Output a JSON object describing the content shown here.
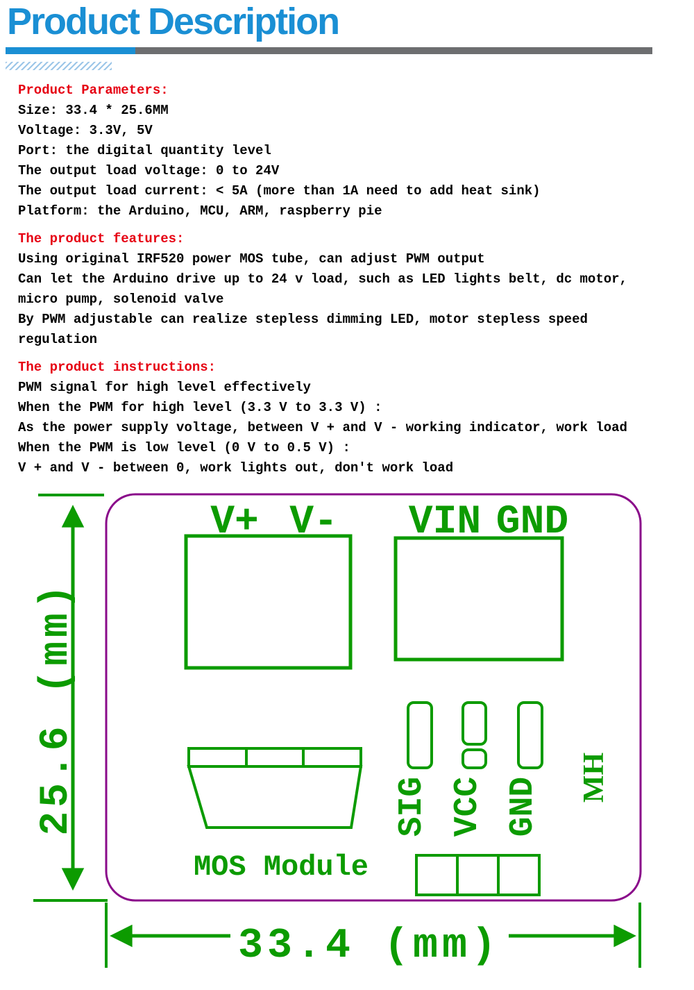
{
  "header": {
    "title": "Product Description"
  },
  "content": {
    "parameters": {
      "heading": "Product Parameters:",
      "lines": [
        "Size: 33.4 * 25.6MM",
        "Voltage: 3.3V, 5V",
        "Port: the digital quantity level",
        "The output load voltage: 0 to 24V",
        "The output load current: < 5A (more than 1A need to add heat sink)",
        "Platform: the Arduino, MCU, ARM, raspberry pie"
      ]
    },
    "features": {
      "heading": "The product features:",
      "lines": [
        "Using original IRF520 power MOS tube, can adjust PWM output",
        "Can let the Arduino drive up to 24 v load, such as LED lights belt, dc motor,",
        "micro pump, solenoid valve",
        "By PWM adjustable can realize stepless dimming LED, motor stepless speed",
        "regulation"
      ]
    },
    "instructions": {
      "heading": "The product instructions:",
      "lines": [
        "PWM signal for high level effectively",
        "When the PWM for high level (3.3 V to 3.3 V) :",
        "As the power supply voltage, between V + and V - working indicator, work load",
        "When the PWM is low level (0 V to 0.5 V) :",
        "V + and V - between 0, work lights out, don't work load"
      ]
    }
  },
  "diagram": {
    "labels": {
      "v_plus": "V+",
      "v_minus": "V-",
      "vin": "VIN",
      "gnd": "GND",
      "mos_module": "MOS Module",
      "pin_sig": "SIG",
      "pin_vcc": "VCC",
      "pin_gnd": "GND",
      "brand": "MH",
      "height_dim": "25.6 (mm)",
      "width_dim": "33.4 (mm)"
    },
    "colors": {
      "line_green": "#0c9b00",
      "board_purple": "#8a0a8a"
    }
  },
  "colors": {
    "title_blue": "#1a8fd4",
    "bar_gray": "#6d6e70",
    "heading_red": "#e60012",
    "hatch_blue": "#9cc6e8"
  }
}
